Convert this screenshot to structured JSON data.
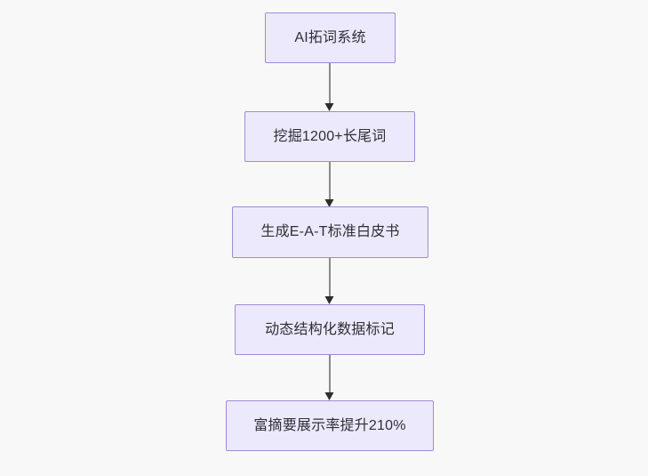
{
  "diagram": {
    "type": "flowchart",
    "direction": "top-to-bottom",
    "background_color": "#f8f8f8",
    "node_fill_color": "#ece9fc",
    "node_border_color": "#a289d4",
    "node_text_color": "#2f2f35",
    "edge_color": "#888a8c",
    "arrowhead_color": "#2d2d2d",
    "nodes": [
      {
        "id": "n1",
        "label": "AI拓词系统"
      },
      {
        "id": "n2",
        "label": "挖掘1200+长尾词"
      },
      {
        "id": "n3",
        "label": "生成E-A-T标准白皮书"
      },
      {
        "id": "n4",
        "label": "动态结构化数据标记"
      },
      {
        "id": "n5",
        "label": "富摘要展示率提升210%"
      }
    ],
    "edges": [
      {
        "from": "n1",
        "to": "n2",
        "label": "",
        "arrow": "arrowhead-down-icon"
      },
      {
        "from": "n2",
        "to": "n3",
        "label": "",
        "arrow": "arrowhead-down-icon"
      },
      {
        "from": "n3",
        "to": "n4",
        "label": "",
        "arrow": "arrowhead-down-icon"
      },
      {
        "from": "n4",
        "to": "n5",
        "label": "",
        "arrow": "arrowhead-down-icon"
      }
    ]
  }
}
